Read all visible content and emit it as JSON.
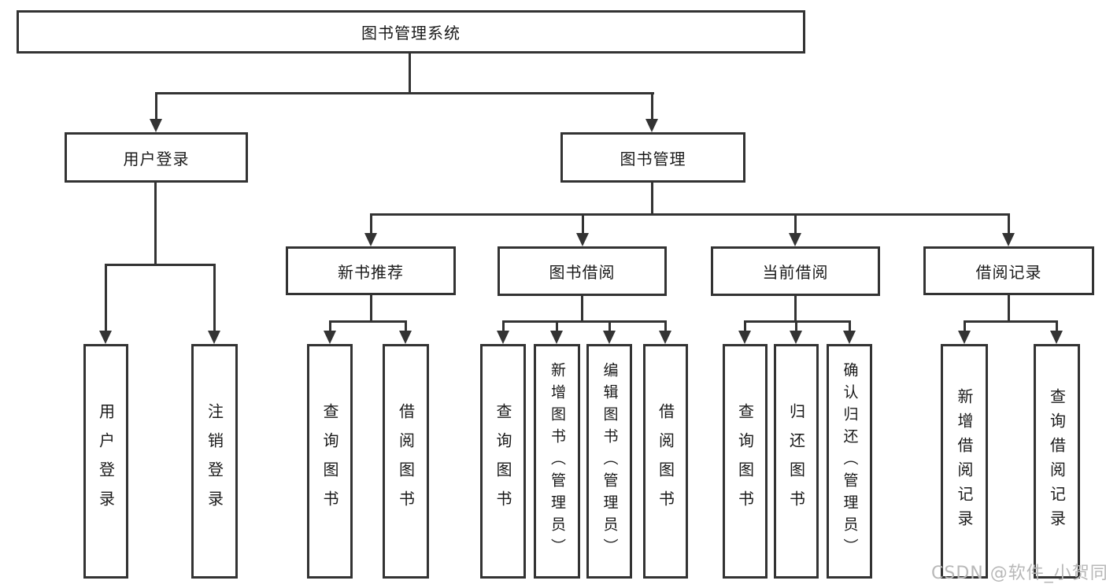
{
  "diagram": {
    "title_node": {
      "label": "图书管理系统"
    },
    "level2": [
      {
        "id": "user-login",
        "label": "用户登录"
      },
      {
        "id": "book-management",
        "label": "图书管理"
      }
    ],
    "level3": [
      {
        "id": "new-book-recommend",
        "label": "新书推荐"
      },
      {
        "id": "book-borrow",
        "label": "图书借阅"
      },
      {
        "id": "current-borrow",
        "label": "当前借阅"
      },
      {
        "id": "borrow-records",
        "label": "借阅记录"
      }
    ],
    "leaves": [
      {
        "parent": "user-login",
        "label": "用户登录"
      },
      {
        "parent": "user-login",
        "label": "注销登录"
      },
      {
        "parent": "new-book-recommend",
        "label": "查询图书"
      },
      {
        "parent": "new-book-recommend",
        "label": "借阅图书"
      },
      {
        "parent": "book-borrow",
        "label": "查询图书"
      },
      {
        "parent": "book-borrow",
        "label": "新增图书（管理员）"
      },
      {
        "parent": "book-borrow",
        "label": "编辑图书（管理员）"
      },
      {
        "parent": "book-borrow",
        "label": "借阅图书"
      },
      {
        "parent": "current-borrow",
        "label": "查询图书"
      },
      {
        "parent": "current-borrow",
        "label": "归还图书"
      },
      {
        "parent": "current-borrow",
        "label": "确认归还（管理员）"
      },
      {
        "parent": "borrow-records",
        "label": "新增借阅记录"
      },
      {
        "parent": "borrow-records",
        "label": "查询借阅记录"
      }
    ],
    "watermark": "CSDN @软件_小贺同学",
    "colors": {
      "line": "#333333",
      "text": "#1a1a1a",
      "watermark": "#b8b8b8",
      "background": "#ffffff"
    }
  }
}
